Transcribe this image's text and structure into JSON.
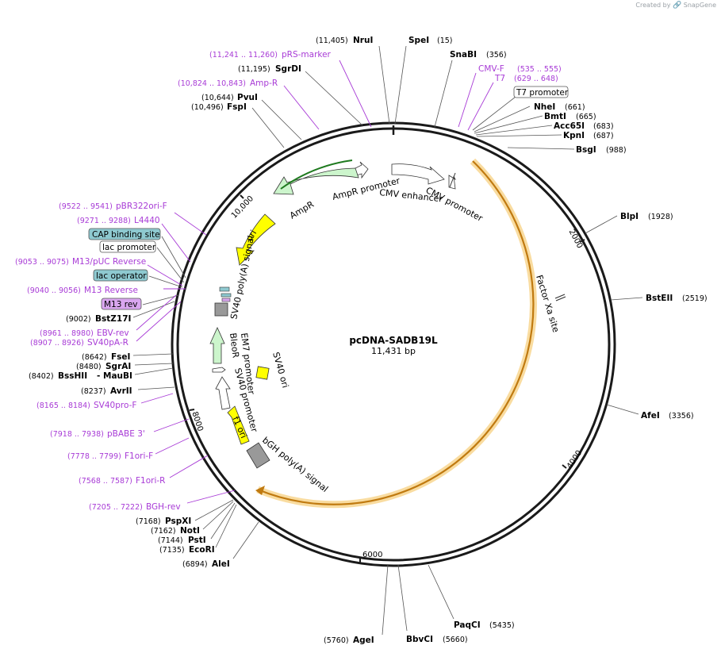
{
  "branding": {
    "created_by": "Created by",
    "app": "SnapGene"
  },
  "plasmid": {
    "name": "pcDNA-SADB19L",
    "length_label": "11,431 bp",
    "length": 11431
  },
  "ruler_ticks": [
    "2000",
    "4000",
    "6000",
    "8000",
    "10,000"
  ],
  "restriction_sites": [
    {
      "name": "NruI",
      "pos": "(11,405)"
    },
    {
      "name": "SpeI",
      "pos": "(15)"
    },
    {
      "name": "SnaBI",
      "pos": "(356)"
    },
    {
      "name": "SgrDI",
      "pos": "(11,195)"
    },
    {
      "name": "PvuI",
      "pos": "(10,644)"
    },
    {
      "name": "FspI",
      "pos": "(10,496)"
    },
    {
      "name": "NheI",
      "pos": "(661)"
    },
    {
      "name": "BmtI",
      "pos": "(665)"
    },
    {
      "name": "Acc65I",
      "pos": "(683)"
    },
    {
      "name": "KpnI",
      "pos": "(687)"
    },
    {
      "name": "BsgI",
      "pos": "(988)"
    },
    {
      "name": "BlpI",
      "pos": "(1928)"
    },
    {
      "name": "BstEII",
      "pos": "(2519)"
    },
    {
      "name": "AfeI",
      "pos": "(3356)"
    },
    {
      "name": "PaqCI",
      "pos": "(5435)"
    },
    {
      "name": "BbvCI",
      "pos": "(5660)"
    },
    {
      "name": "AgeI",
      "pos": "(5760)"
    },
    {
      "name": "AleI",
      "pos": "(6894)"
    },
    {
      "name": "EcoRI",
      "pos": "(7135)"
    },
    {
      "name": "PstI",
      "pos": "(7144)"
    },
    {
      "name": "NotI",
      "pos": "(7162)"
    },
    {
      "name": "PspXI",
      "pos": "(7168)"
    },
    {
      "name": "AvrII",
      "pos": "(8237)"
    },
    {
      "name": "MauBI",
      "pos": "(8402)",
      "prefix": "BssHII",
      "separator": "-"
    },
    {
      "name": "SgrAI",
      "pos": "(8480)"
    },
    {
      "name": "FseI",
      "pos": "(8642)"
    },
    {
      "name": "BstZ17I",
      "pos": "(9002)"
    }
  ],
  "primers": [
    {
      "name": "pRS-marker",
      "pos": "(11,241 .. 11,260)"
    },
    {
      "name": "Amp-R",
      "pos": "(10,824 .. 10,843)"
    },
    {
      "name": "CMV-F",
      "pos": "(535 .. 555)"
    },
    {
      "name": "T7",
      "pos": "(629 .. 648)"
    },
    {
      "name": "pBR322ori-F",
      "pos": "(9522 .. 9541)"
    },
    {
      "name": "L4440",
      "pos": "(9271 .. 9288)"
    },
    {
      "name": "M13/pUC Reverse",
      "pos": "(9053 .. 9075)"
    },
    {
      "name": "M13 Reverse",
      "pos": "(9040 .. 9056)"
    },
    {
      "name": "EBV-rev",
      "pos": "(8961 .. 8980)"
    },
    {
      "name": "SV40pA-R",
      "pos": "(8907 .. 8926)"
    },
    {
      "name": "SV40pro-F",
      "pos": "(8165 .. 8184)"
    },
    {
      "name": "pBABE 3'",
      "pos": "(7918 .. 7938)"
    },
    {
      "name": "F1ori-F",
      "pos": "(7778 .. 7799)"
    },
    {
      "name": "F1ori-R",
      "pos": "(7568 .. 7587)"
    },
    {
      "name": "BGH-rev",
      "pos": "(7205 .. 7222)"
    }
  ],
  "boxed_features": [
    {
      "name": "T7 promoter",
      "style": "white"
    },
    {
      "name": "CAP binding site",
      "style": "teal"
    },
    {
      "name": "lac promoter",
      "style": "white"
    },
    {
      "name": "lac operator",
      "style": "teal"
    },
    {
      "name": "M13 rev",
      "style": "purple"
    }
  ],
  "features": [
    {
      "name": "AmpR promoter"
    },
    {
      "name": "AmpR"
    },
    {
      "name": "CMV enhancer"
    },
    {
      "name": "CMV promoter"
    },
    {
      "name": "ori"
    },
    {
      "name": "SV40 poly(A) signal"
    },
    {
      "name": "EM7 promoter"
    },
    {
      "name": "BleoR"
    },
    {
      "name": "SV40 promoter"
    },
    {
      "name": "SV40 ori"
    },
    {
      "name": "f1 ori"
    },
    {
      "name": "bGH poly(A) signal"
    },
    {
      "name": "Factor Xa site"
    }
  ],
  "colors": {
    "backbone": "#1a1a1a",
    "primer": "#a83bd6",
    "orf_orange": "#f0a020",
    "orf_glow": "#f9dca0",
    "ampr_green": "#ccf5cc",
    "ori_yellow": "#ffff00",
    "polyA_gray": "#999999",
    "teal_box": "#8ec9d0",
    "purple_box": "#d9a6ef"
  }
}
